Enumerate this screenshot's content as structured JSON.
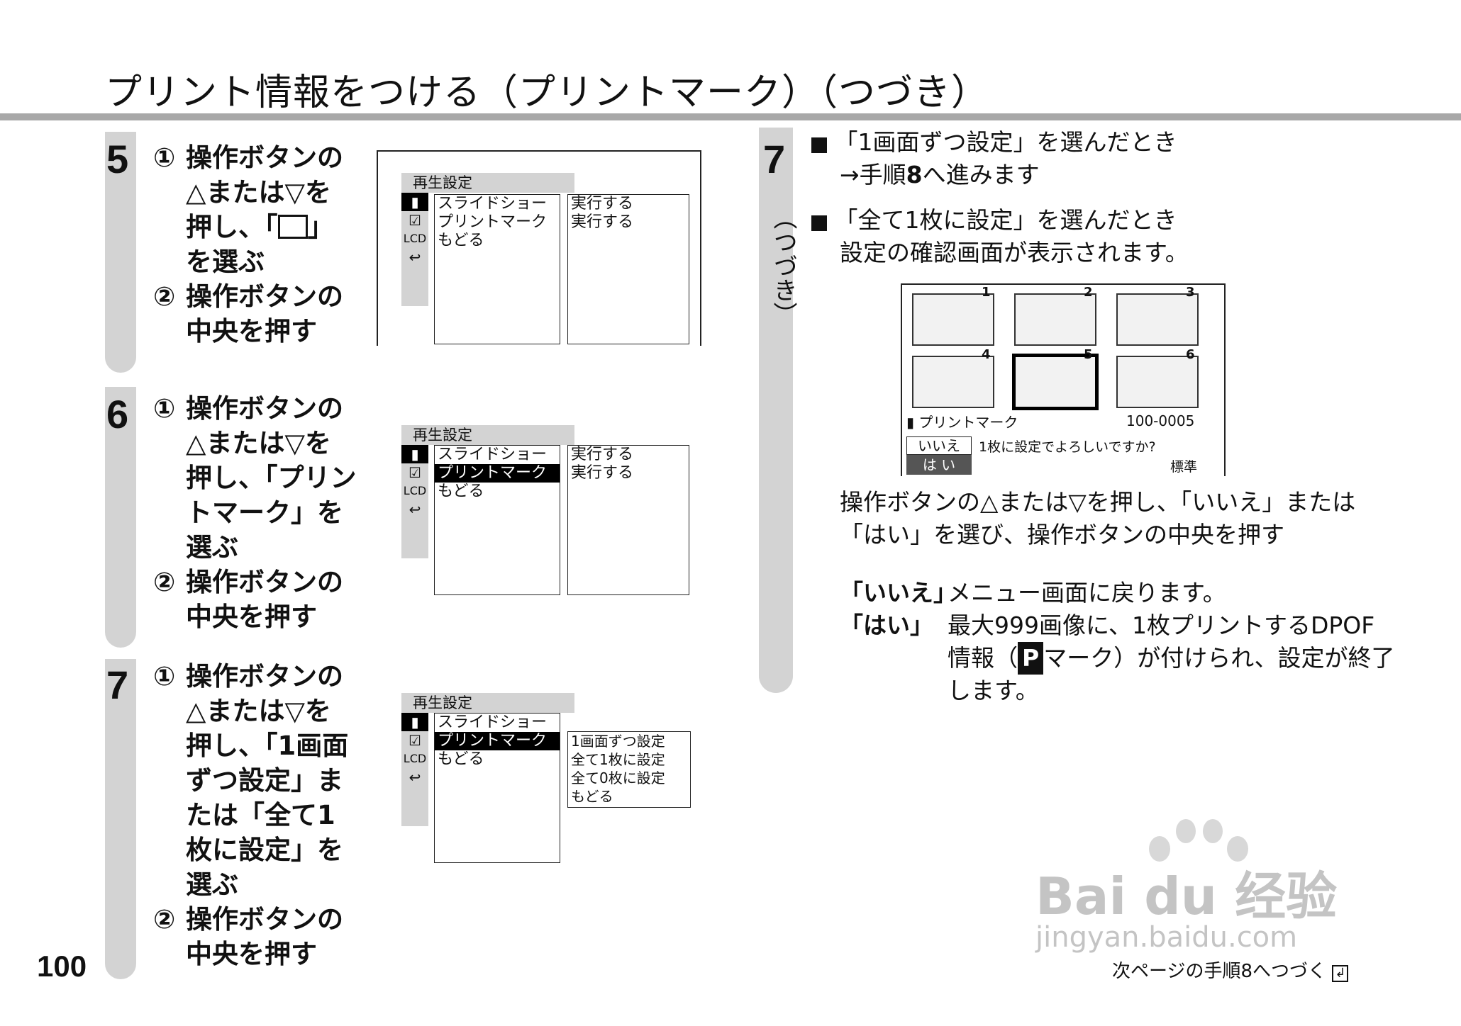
{
  "header": {
    "title": "プリント情報をつける（プリントマーク）（つづき）"
  },
  "steps": [
    {
      "num": "5",
      "lines": [
        "①",
        "操作ボタンの",
        "△または▽を",
        "押し、「",
        "」",
        "を選ぶ",
        "②",
        "操作ボタンの",
        "中央を押す"
      ],
      "menu": {
        "title": "再生設定",
        "items": [
          "スライドショー",
          "プリントマーク",
          "もどる"
        ],
        "right": [
          "実行する",
          "実行する"
        ],
        "side": [
          "LCD"
        ]
      }
    },
    {
      "num": "6",
      "lines": [
        "①",
        "操作ボタンの",
        "△または▽を",
        "押し、「プリン",
        "トマーク」を",
        "選ぶ",
        "②",
        "操作ボタンの",
        "中央を押す"
      ],
      "menu": {
        "title": "再生設定",
        "items": [
          "スライドショー",
          "プリントマーク",
          "もどる"
        ],
        "right": [
          "実行する",
          "実行する"
        ],
        "side": [
          "LCD"
        ]
      }
    },
    {
      "num": "7",
      "lines": [
        "①",
        "操作ボタンの",
        "△または▽を",
        "押し、「1画面",
        "ずつ設定」ま",
        "たは「全て1",
        "枚に設定」を",
        "選ぶ",
        "②",
        "操作ボタンの",
        "中央を押す"
      ],
      "menu": {
        "title": "再生設定",
        "items": [
          "スライドショー",
          "プリントマーク",
          "もどる"
        ],
        "right": [
          "1画面ずつ設定",
          "全て1枚に設定",
          "全て0枚に設定",
          "もどる"
        ],
        "side": [
          "LCD"
        ]
      }
    }
  ],
  "right_col": {
    "num": "7",
    "tsuzuki": "（つづき）",
    "case1_heading": "「1画面ずつ設定」を選んだとき",
    "case1_arrow": "→手順",
    "case1_step": "8",
    "case1_tail": "へ進みます",
    "case2_heading": "「全て1枚に設定」を選んだとき",
    "case2_body": "設定の確認画面が表示されます。",
    "screen": {
      "thumb_nums": [
        "1",
        "2",
        "3",
        "4",
        "5",
        "6"
      ],
      "label": "プリントマーク",
      "file": "100-0005",
      "no": "いいえ",
      "yes": "は い",
      "question": "1枚に設定でよろしいですか?",
      "quality": "標準"
    },
    "instr1": "操作ボタンの△または▽を押し、「いいえ」または",
    "instr2": "「はい」を選び、操作ボタンの中央を押す",
    "no_label": "「いいえ」",
    "no_desc": "メニュー画面に戻ります。",
    "yes_label": "「はい」",
    "yes_desc1": "最大999画像に、1枚プリントするDPOF",
    "yes_desc2a": "情報（",
    "yes_p": "P",
    "yes_desc2b": "マーク）が付けられ、設定が終了",
    "yes_desc3": "します。"
  },
  "watermark": {
    "logo": "Bai du 经验",
    "url": "jingyan.baidu.com"
  },
  "footer": {
    "page": "100",
    "next": "次ページの手順8へつづく"
  }
}
